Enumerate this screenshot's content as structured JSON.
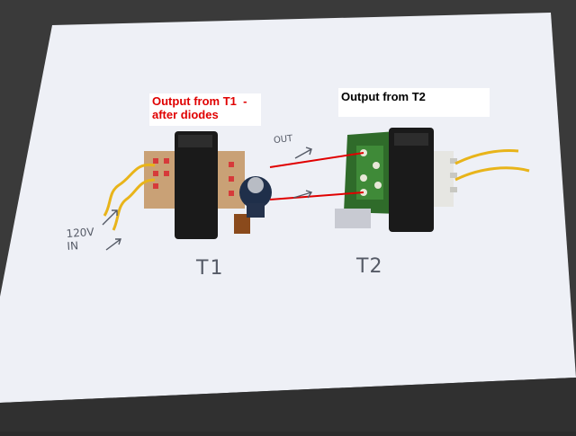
{
  "annotations": {
    "t1_output": "Output from T1  -\nafter diodes",
    "t2_output": "Output from T2"
  },
  "handwriting": {
    "t1": "T1",
    "t2": "T2",
    "input": "120V\nIN",
    "out": "OUT"
  },
  "colors": {
    "background_carpet": "#3a3a3a",
    "paper": "#eef0f6",
    "annotation_red": "#e00000",
    "wire_yellow": "#e8b41a",
    "pcb_green": "#2f6b2a",
    "transformer_black": "#1a1a1a"
  }
}
